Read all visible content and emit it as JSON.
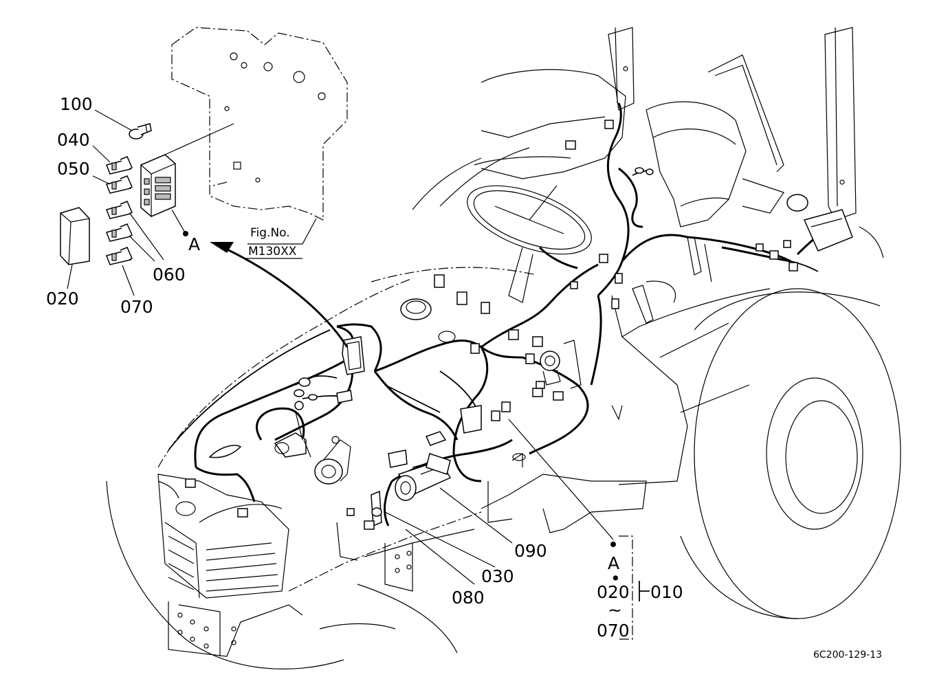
{
  "parts": {
    "p100": "100",
    "p040": "040",
    "p050": "050",
    "p060": "060",
    "p020": "020",
    "p070": "070",
    "p030": "030",
    "p080": "080",
    "p090": "090"
  },
  "reference": {
    "fig_label": "Fig.No.",
    "fig_number": "M130XX",
    "marker": "A"
  },
  "group": {
    "marker": "A",
    "dot": "•",
    "from": "020",
    "tilde": "~",
    "to": "070",
    "assembly": "010"
  },
  "drawing_number": "6C200-129-13"
}
